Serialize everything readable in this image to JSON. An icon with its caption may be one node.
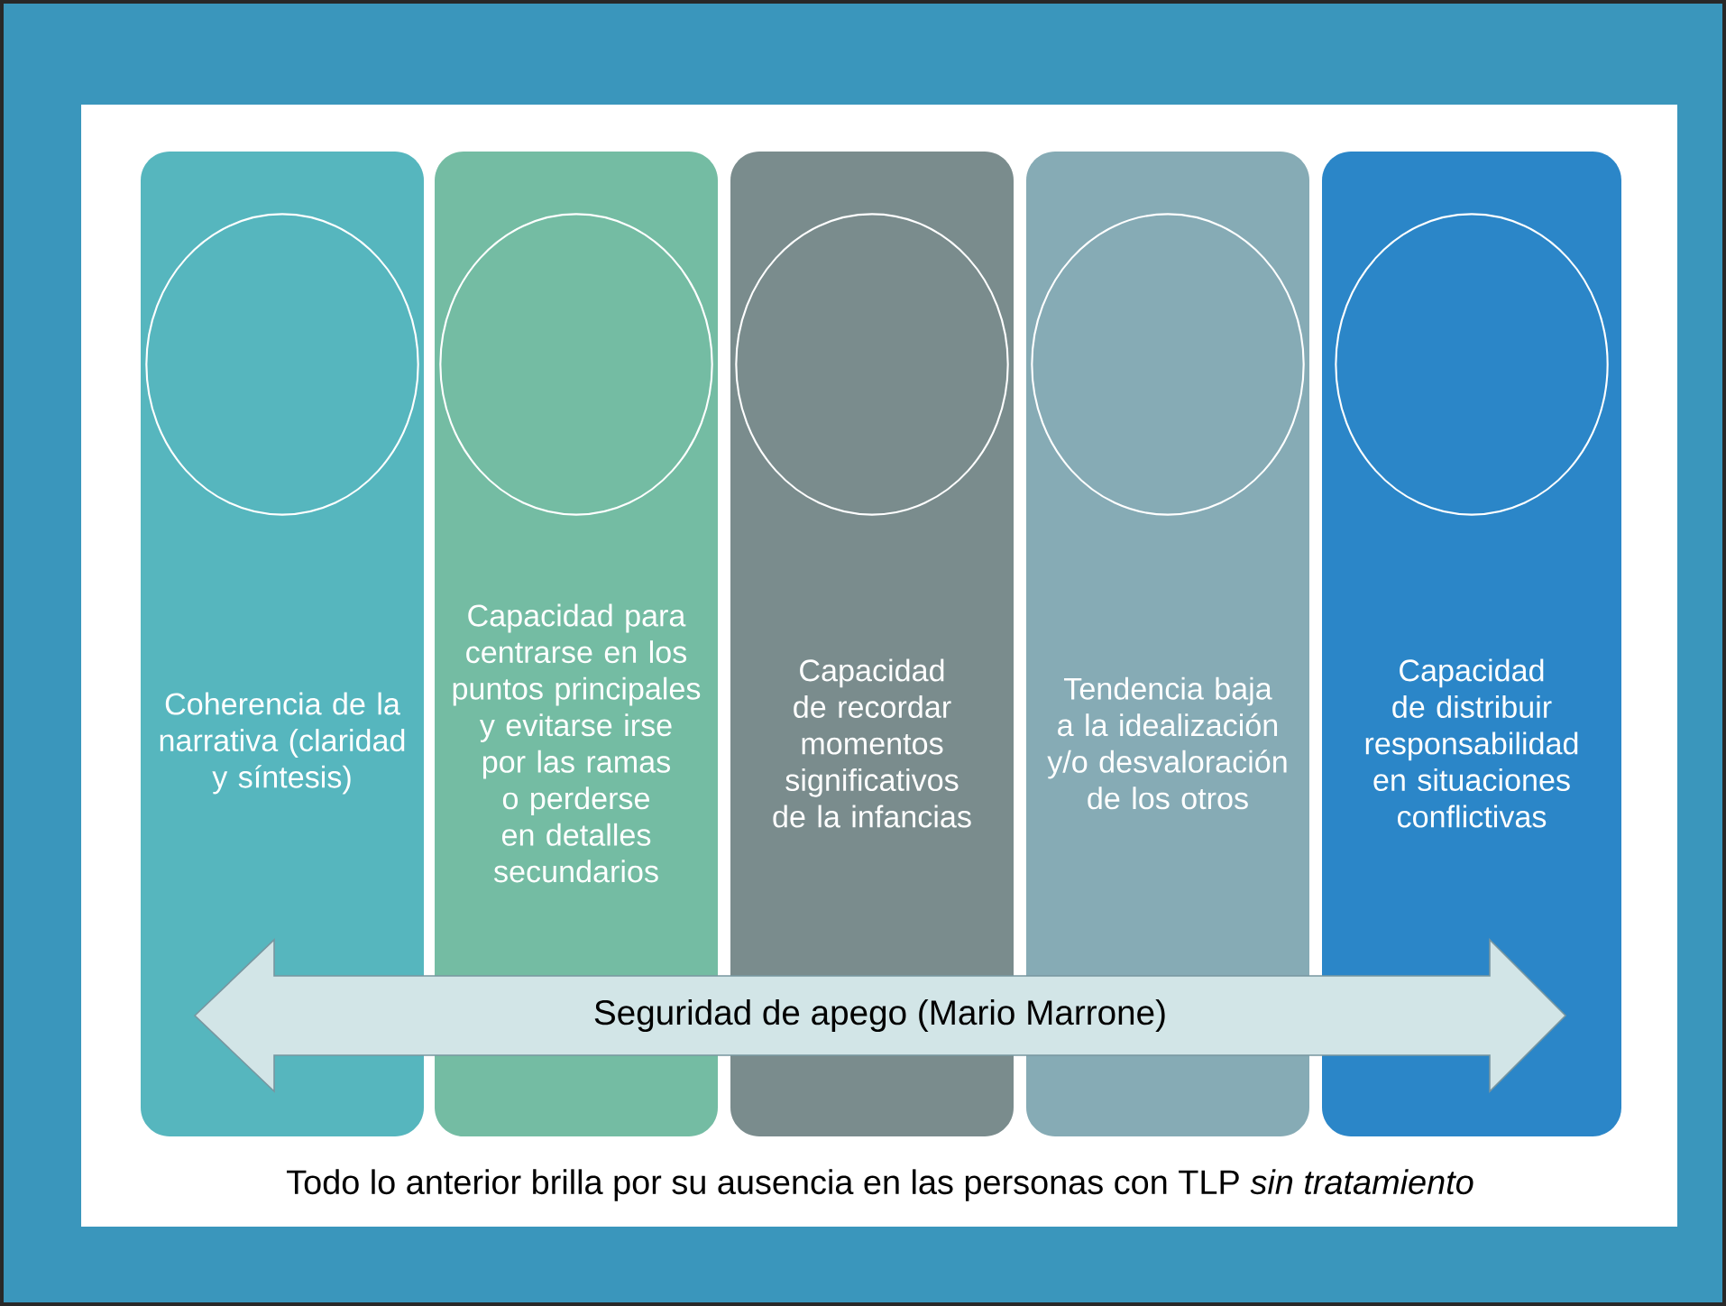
{
  "diagram": {
    "caption": "Todo lo anterior brilla por su ausencia en las personas con TLP *sin tratamiento*",
    "nodes": [
      {
        "text": [
          "Coherencia de la narrativa (claridad y síntesis)"
        ]
      },
      {
        "text": [],
        "shape": "circle",
        "in": 0
      },
      {
        "text": [
          "Capacidad para centrarse en los puntos principales y evitarse irse por las ramas o perderse en detalles secundarios"
        ]
      },
      {
        "text": [],
        "shape": "circle",
        "in": 2
      },
      {
        "text": [
          "Capacidad de recordar momentos significativos de la infancias"
        ]
      },
      {
        "text": [],
        "shape": "circle",
        "in": 4
      },
      {
        "text": [
          "Tendencia baja a la idealización y/o desvaloración de los otros"
        ]
      },
      {
        "text": [],
        "shape": "circle",
        "in": 6
      },
      {
        "text": [
          "Capacidad de distribuir responsabilidad en situaciones conflictivas"
        ]
      },
      {
        "text": [],
        "shape": "circle",
        "in": 8
      },
      {
        "text": [
          "Seguridad de apego (Mario Marrone)"
        ]
      }
    ]
  }
}
